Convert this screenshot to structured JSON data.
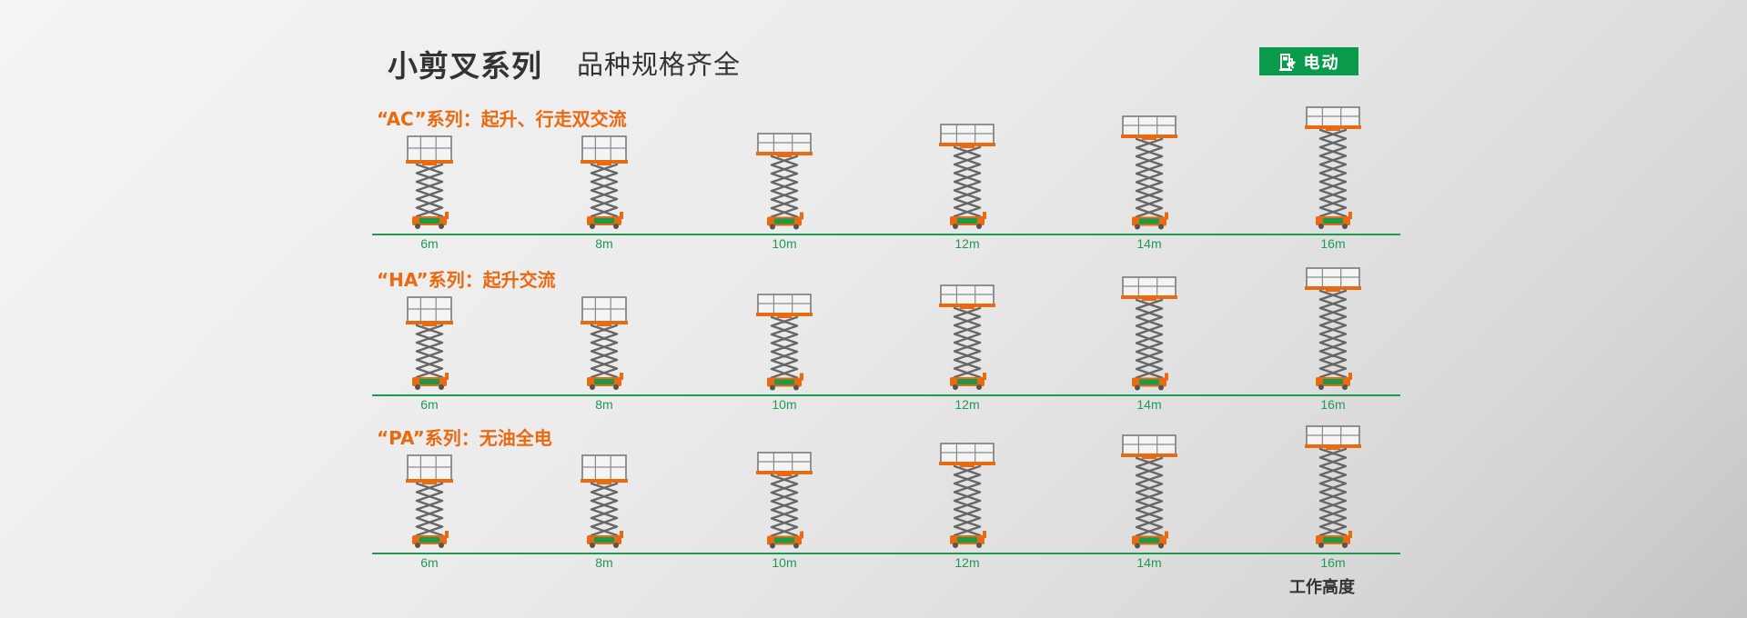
{
  "header": {
    "title": "小剪叉系列",
    "subtitle": "品种规格齐全",
    "badge_label": "电动",
    "badge_icon": "eco-power-icon",
    "badge_color": "#0a9a4c"
  },
  "colors": {
    "accent_orange": "#ea6a12",
    "ground_green": "#1f9a52",
    "machine_gray": "#666666",
    "base_green": "#1b9a4a"
  },
  "series": [
    {
      "label": "“AC”系列：起升、行走双交流",
      "heights": [
        "6m",
        "8m",
        "10m",
        "12m",
        "14m",
        "16m"
      ]
    },
    {
      "label": "“HA”系列：起升交流",
      "heights": [
        "6m",
        "8m",
        "10m",
        "12m",
        "14m",
        "16m"
      ]
    },
    {
      "label": "“PA”系列：无油全电",
      "heights": [
        "6m",
        "8m",
        "10m",
        "12m",
        "14m",
        "16m"
      ]
    }
  ],
  "footer": {
    "axis_label": "工作高度"
  }
}
